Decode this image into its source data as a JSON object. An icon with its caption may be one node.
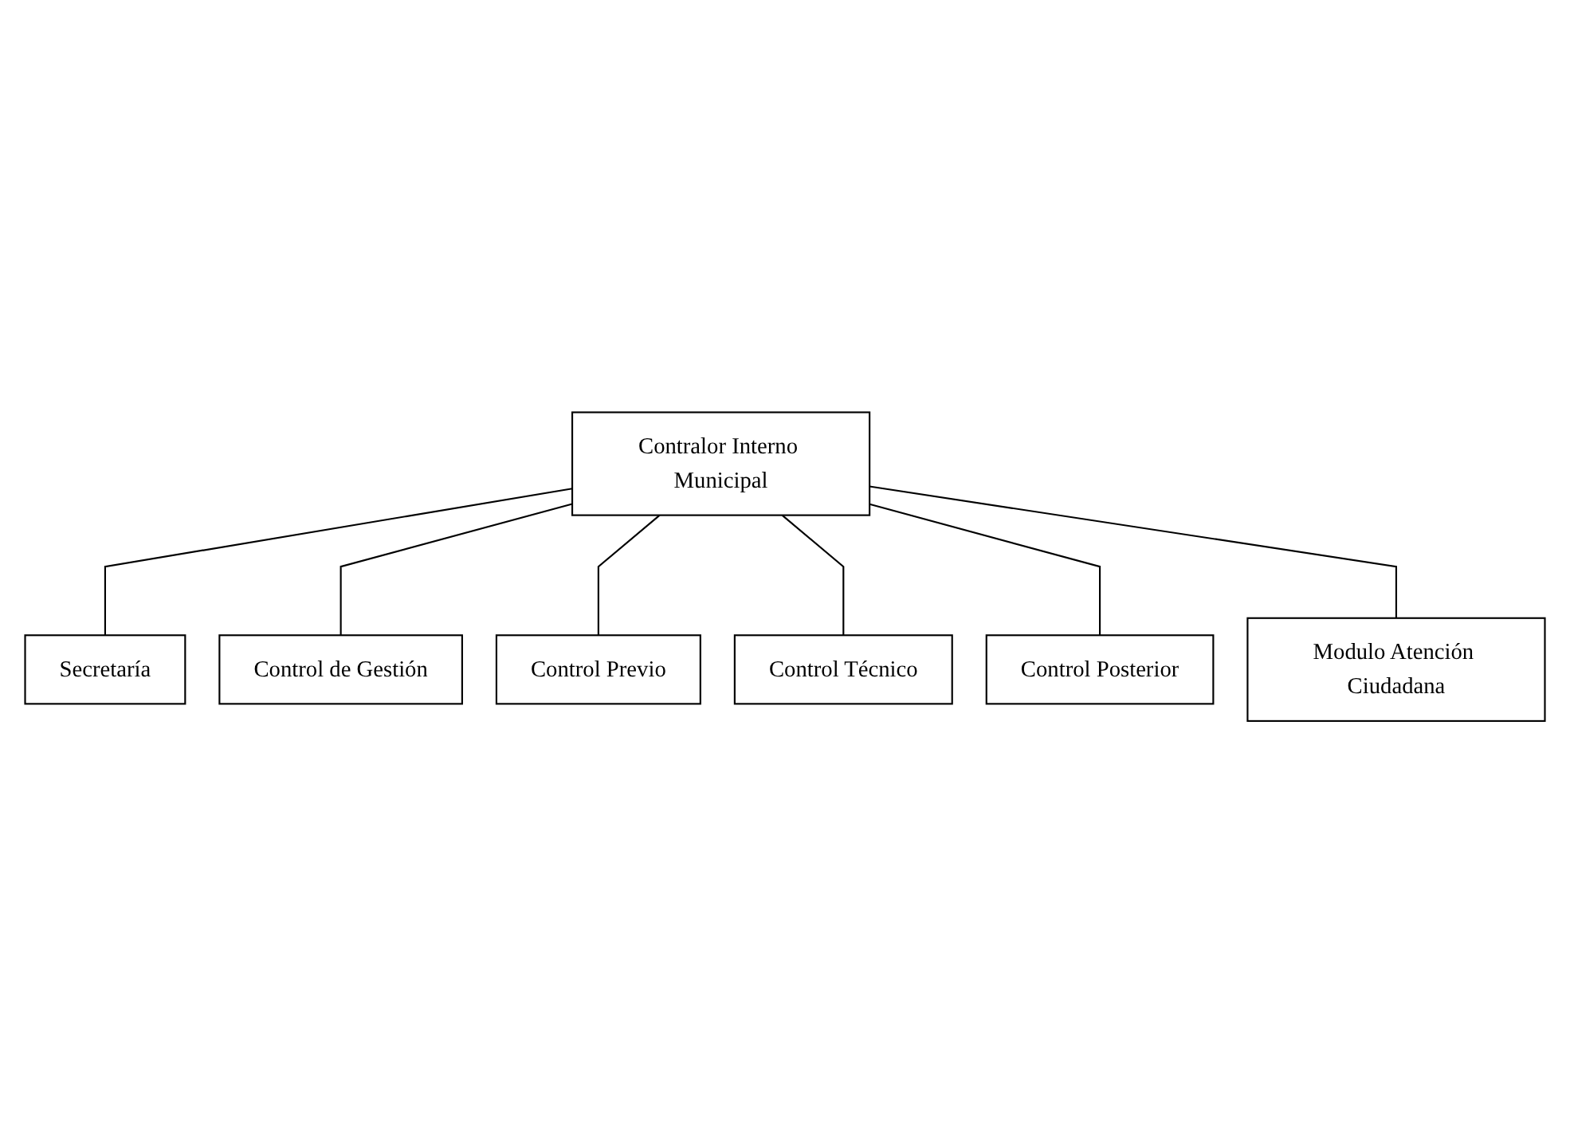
{
  "diagram": {
    "nodes": [
      {
        "text": [
          "Contralor Interno Municipal"
        ]
      },
      {
        "text": [
          "Secretaría"
        ]
      },
      {
        "text": [
          "Control de Gestión"
        ]
      },
      {
        "text": [
          "Control Previo"
        ]
      },
      {
        "text": [
          "Control Técnico"
        ]
      },
      {
        "text": [
          "Control Posterior"
        ]
      },
      {
        "text": [
          "Modulo Atención Ciudadana"
        ]
      }
    ],
    "edges": [
      {
        "from": 0,
        "to": 1,
        "arrow": "none"
      },
      {
        "from": 0,
        "to": 2,
        "arrow": "none"
      },
      {
        "from": 0,
        "to": 3,
        "arrow": "none"
      },
      {
        "from": 0,
        "to": 4,
        "arrow": "none"
      },
      {
        "from": 0,
        "to": 5,
        "arrow": "none"
      },
      {
        "from": 0,
        "to": 6,
        "arrow": "none"
      }
    ]
  }
}
